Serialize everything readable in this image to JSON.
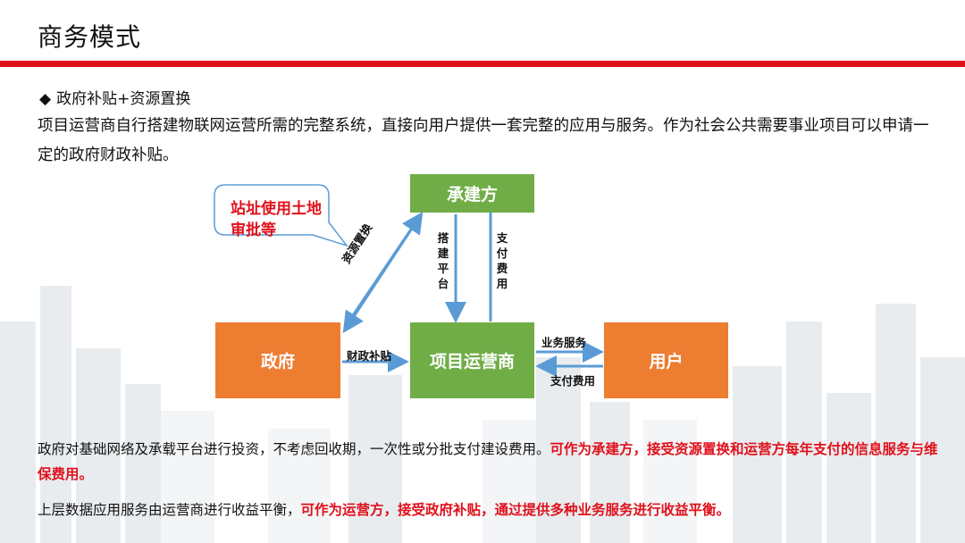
{
  "header": {
    "title": "商务模式"
  },
  "bullet": {
    "symbol": "◆",
    "text": "政府补贴+资源置换"
  },
  "intro": "项目运营商自行搭建物联网运营所需的完整系统，直接向用户提供一套完整的应用与服务。作为社会公共需要事业项目可以申请一定的政府财政补贴。",
  "diagram": {
    "nodes": {
      "contractor": "承建方",
      "government": "政府",
      "operator": "项目运营商",
      "user": "用户"
    },
    "callout": "站址使用土地审批等",
    "edges": {
      "resource_swap": "资源置换",
      "build_platform": "搭建平台",
      "pay_fee_up": "支付费用",
      "subsidy": "财政补贴",
      "business_service": "业务服务",
      "pay_fee_back": "支付费用"
    },
    "colors": {
      "green": "#70ad47",
      "orange": "#ed7d31",
      "arrow": "#5b9bd5",
      "accent": "#e0101b"
    }
  },
  "paragraphs": {
    "p1_normal": "政府对基础网络及承载平台进行投资，不考虑回收期，一次性或分批支付建设费用。",
    "p1_red": "可作为承建方，接受资源置换和运营方每年支付的信息服务与维保费用。",
    "p2_normal": "上层数据应用服务由运营商进行收益平衡，",
    "p2_red": "可作为运营方，接受政府补贴，通过提供多种业务服务进行收益平衡。"
  }
}
